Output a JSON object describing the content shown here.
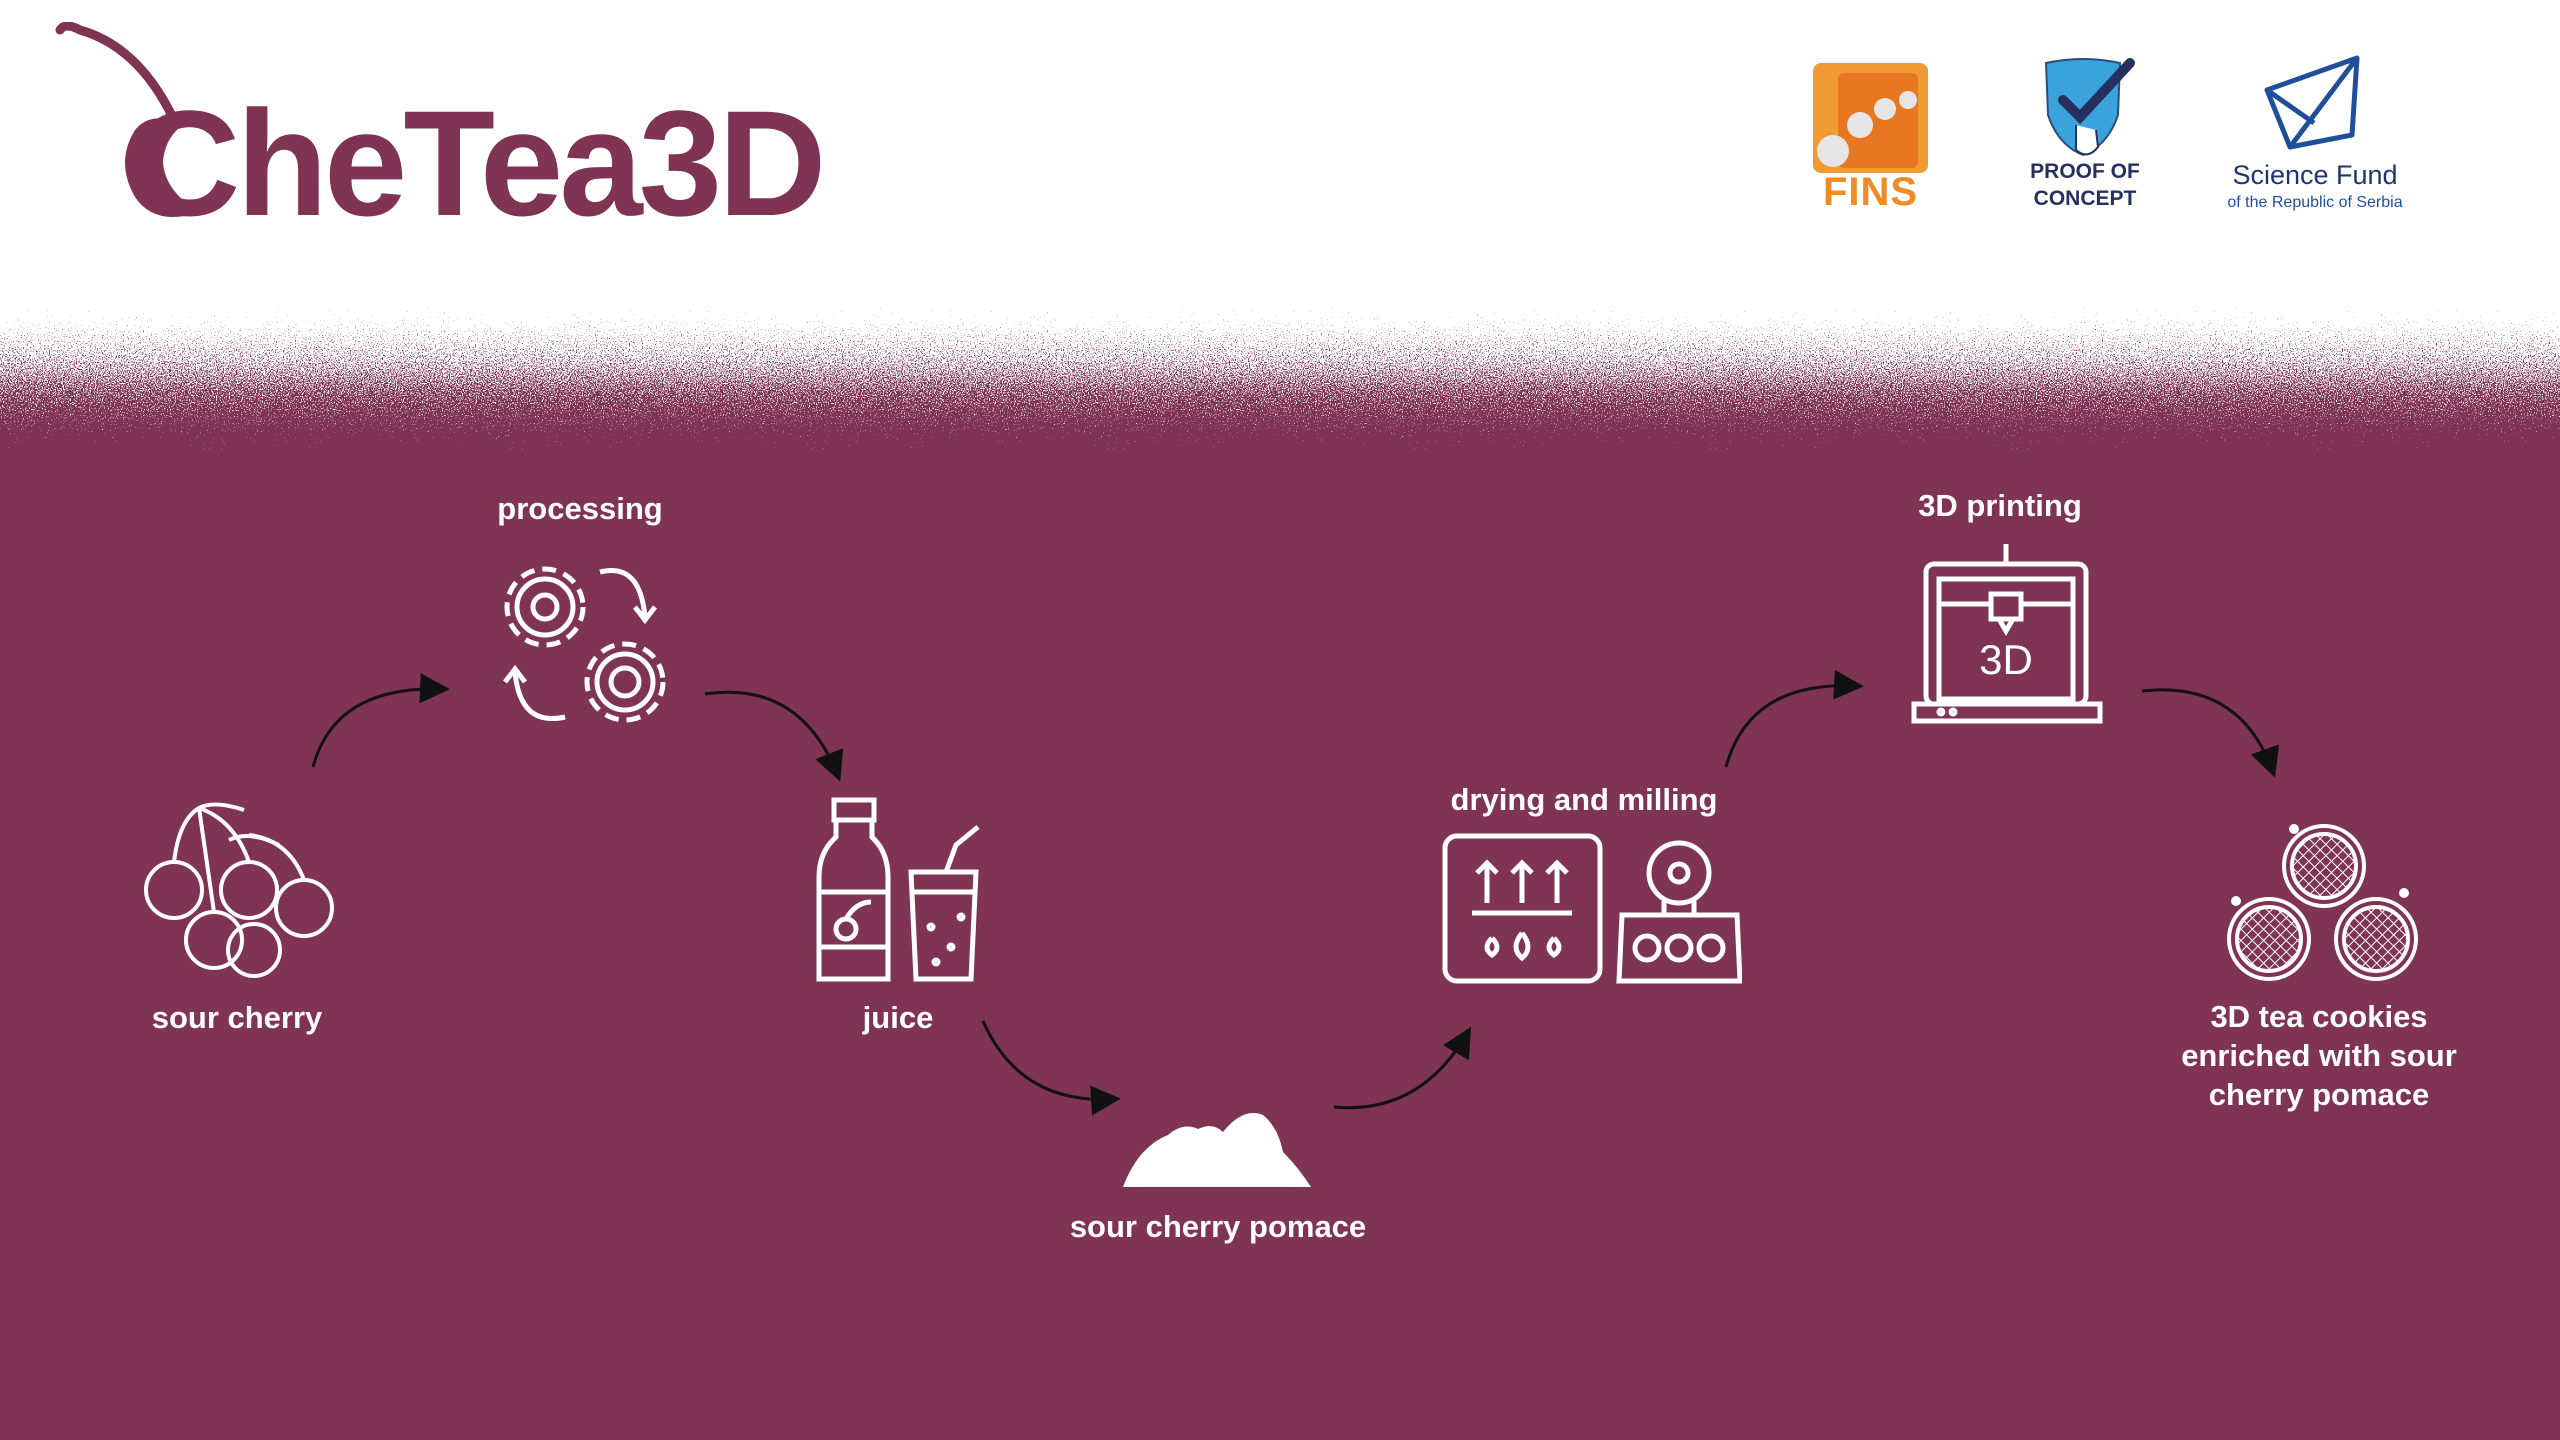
{
  "header": {
    "logo_text": "CheTea3D",
    "partners": {
      "fins": "FINS",
      "proof_of_concept": [
        "PROOF OF",
        "CONCEPT"
      ],
      "science_fund": "Science Fund",
      "science_fund_sub": "of the Republic of Serbia"
    }
  },
  "steps": {
    "sour_cherry": "sour cherry",
    "processing": "processing",
    "juice": "juice",
    "pomace": "sour cherry pomace",
    "drying": "drying and milling",
    "printing": "3D printing",
    "cookies": [
      "3D tea cookies",
      "enriched with sour",
      "cherry pomace"
    ]
  },
  "colors": {
    "background": "#7e3452",
    "foreground": "#ffffff",
    "arrow": "#111111"
  }
}
